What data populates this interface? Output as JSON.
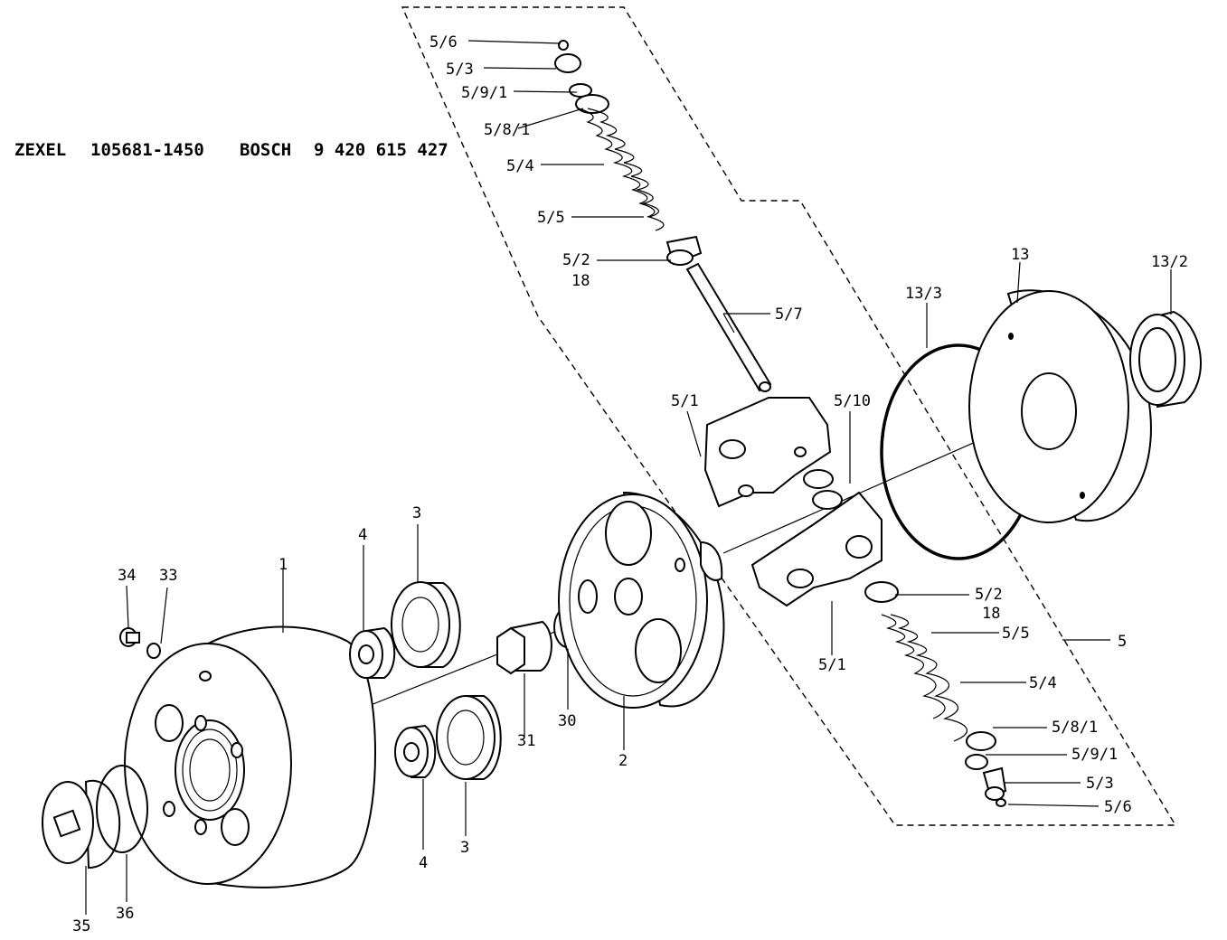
{
  "header": {
    "brand1": "ZEXEL",
    "part_no1": "105681-1450",
    "brand2": "BOSCH",
    "part_no2": "9 420 615 427"
  },
  "callouts": {
    "c_5_6_top": "5/6",
    "c_5_3_top": "5/3",
    "c_5_9_1_top": "5/9/1",
    "c_5_8_1_top": "5/8/1",
    "c_5_4_top": "5/4",
    "c_5_5_top": "5/5",
    "c_5_2_top": "5/2",
    "c_18_top": "18",
    "c_5_7": "5/7",
    "c_5_1_top": "5/1",
    "c_5_10": "5/10",
    "c_13_3": "13/3",
    "c_13": "13",
    "c_13_2": "13/2",
    "c_5_2_bot": "5/2",
    "c_18_bot": "18",
    "c_5_5_bot": "5/5",
    "c_5": "5",
    "c_5_1_bot": "5/1",
    "c_5_4_bot": "5/4",
    "c_5_8_1_bot": "5/8/1",
    "c_5_9_1_bot": "5/9/1",
    "c_5_3_bot": "5/3",
    "c_5_6_bot": "5/6",
    "c_1": "1",
    "c_2": "2",
    "c_3_top": "3",
    "c_3_bot": "3",
    "c_4_top": "4",
    "c_4_bot": "4",
    "c_30": "30",
    "c_31": "31",
    "c_33": "33",
    "c_34": "34",
    "c_35": "35",
    "c_36": "36"
  }
}
